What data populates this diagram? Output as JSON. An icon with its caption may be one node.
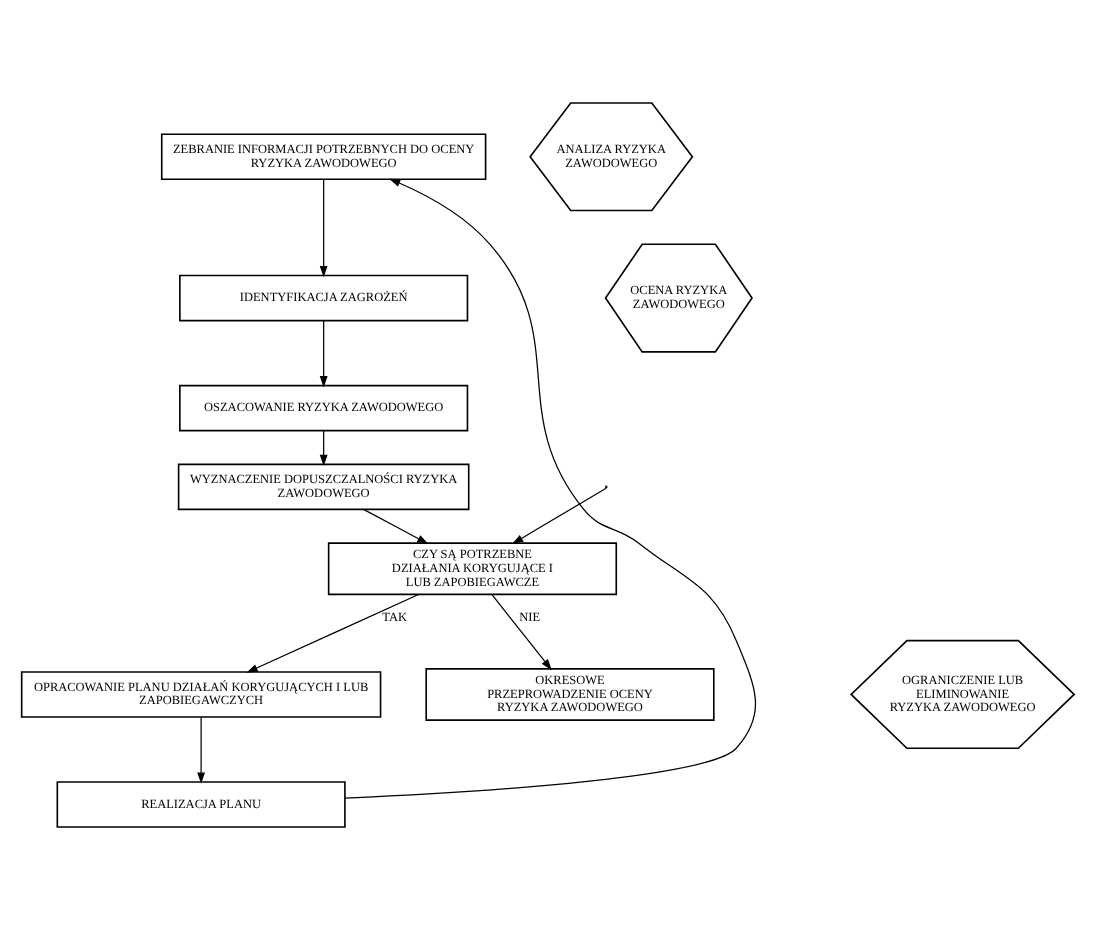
{
  "diagram": {
    "nodes": [
      {
        "text": [
          "ZEBRANIE INFORMACJI POTRZEBNYCH DO OCENY RYZYKA ZAWODOWEGO"
        ]
      },
      {
        "text": [
          "IDENTYFIKACJA ZAGROŻEŃ"
        ]
      },
      {
        "text": [
          "OSZACOWANIE RYZYKA ZAWODOWEGO"
        ]
      },
      {
        "text": [
          "WYZNACZENIE DOPUSZCZALNOŚCI RYZYKA ZAWODOWEGO"
        ]
      },
      {
        "text": [
          "CZY SĄ POTRZEBNE DZIAŁANIA KORYGUJĄCE I LUB ZAPOBIEGAWCZE"
        ]
      },
      {
        "text": [
          "OPRACOWANIE PLANU DZIAŁAŃ KORYGUJĄCYCH I LUB ZAPOBIEGAWCZYCH"
        ]
      },
      {
        "text": [
          "REALIZACJA PLANU"
        ]
      },
      {
        "text": [
          "OKRESOWE PRZEPROWADZENIE OCENY RYZYKA ZAWODOWEGO"
        ]
      },
      {
        "text": [
          "ANALIZA RYZYKA ZAWODOWEGO"
        ]
      },
      {
        "text": [
          "OCENA RYZYKA ZAWODOWEGO"
        ]
      },
      {
        "text": [
          "OGRANICZENIE LUB ELIMINOWANIE RYZYKA ZAWODOWEGO"
        ]
      }
    ],
    "edges": [
      {
        "from": 0,
        "to": 1,
        "arrow": "to"
      },
      {
        "from": 1,
        "to": 2,
        "arrow": "to"
      },
      {
        "from": 2,
        "to": 3,
        "arrow": "to"
      },
      {
        "from": 3,
        "to": 4,
        "arrow": "to"
      },
      {
        "from": null,
        "to": 4,
        "arrow": "to"
      },
      {
        "from": 4,
        "to": 5,
        "label": "TAK",
        "arrow": "to"
      },
      {
        "from": 4,
        "to": 7,
        "label": "NIE",
        "arrow": "to"
      },
      {
        "from": 5,
        "to": 6,
        "arrow": "to"
      },
      {
        "from": 6,
        "to": 0,
        "arrow": "to"
      }
    ]
  }
}
